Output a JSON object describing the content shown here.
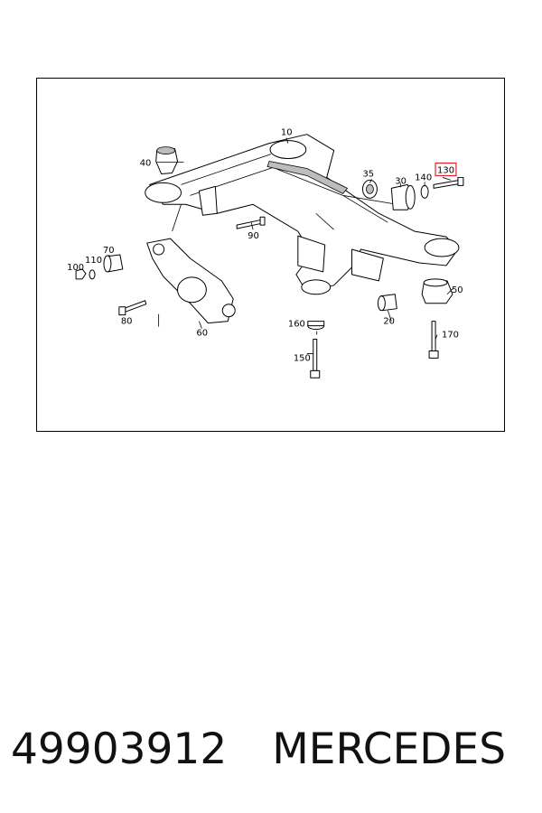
{
  "diagram": {
    "highlight_color": "#e0202a",
    "labels": [
      {
        "id": "10",
        "text": "10"
      },
      {
        "id": "40",
        "text": "40"
      },
      {
        "id": "35",
        "text": "35"
      },
      {
        "id": "30",
        "text": "30"
      },
      {
        "id": "140",
        "text": "140"
      },
      {
        "id": "130",
        "text": "130",
        "highlighted": true
      },
      {
        "id": "90",
        "text": "90"
      },
      {
        "id": "70",
        "text": "70"
      },
      {
        "id": "100",
        "text": "100"
      },
      {
        "id": "110",
        "text": "110"
      },
      {
        "id": "80",
        "text": "80"
      },
      {
        "id": "60",
        "text": "60"
      },
      {
        "id": "50",
        "text": "50"
      },
      {
        "id": "20",
        "text": "20"
      },
      {
        "id": "160",
        "text": "160"
      },
      {
        "id": "150",
        "text": "150"
      },
      {
        "id": "170",
        "text": "170"
      }
    ]
  },
  "caption": {
    "part_number": "49903912",
    "brand": "MERCEDES"
  }
}
